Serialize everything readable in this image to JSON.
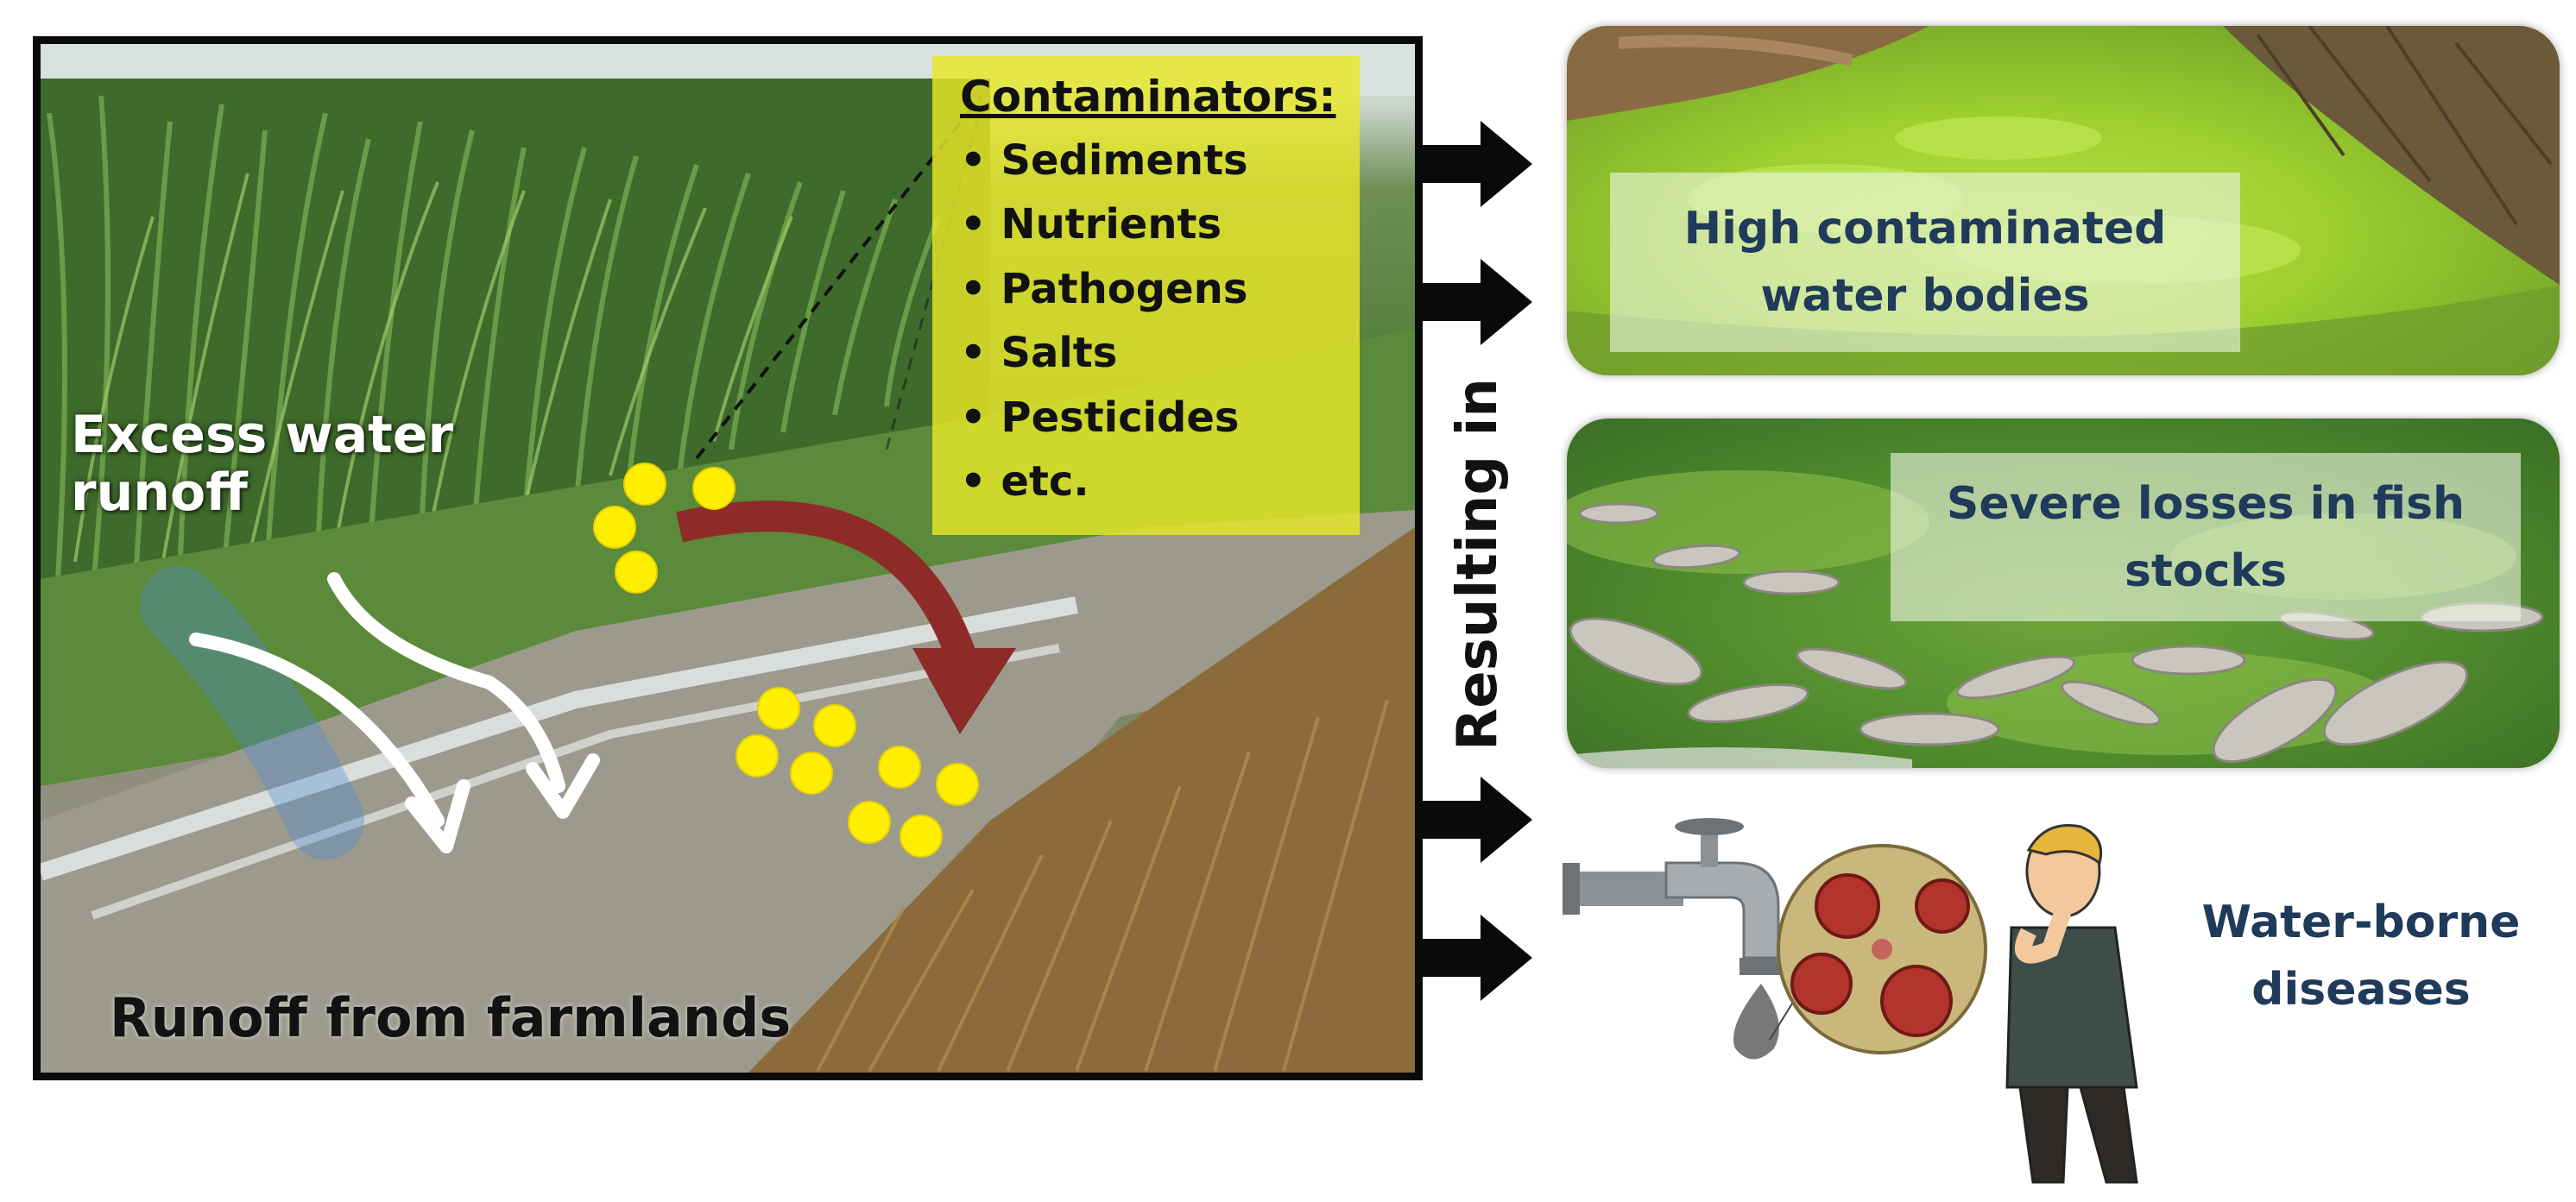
{
  "left_panel": {
    "excess_label": "Excess water runoff",
    "runoff_label": "Runoff from farmlands",
    "contaminators": {
      "title": "Contaminators:",
      "items": [
        "Sediments",
        "Nutrients",
        "Pathogens",
        "Salts",
        "Pesticides",
        "etc."
      ]
    }
  },
  "connector_label": "Resulting in",
  "outcomes": [
    {
      "label": "High contaminated water bodies"
    },
    {
      "label": "Severe losses in fish stocks"
    },
    {
      "label": "Water-borne diseases"
    }
  ],
  "colors": {
    "contaminator_box": "#e8e828",
    "caption_text": "#1f3a5a",
    "curved_arrow": "#8e2b28",
    "particles": "#ffee00",
    "arrow": "#0a0a0a"
  }
}
